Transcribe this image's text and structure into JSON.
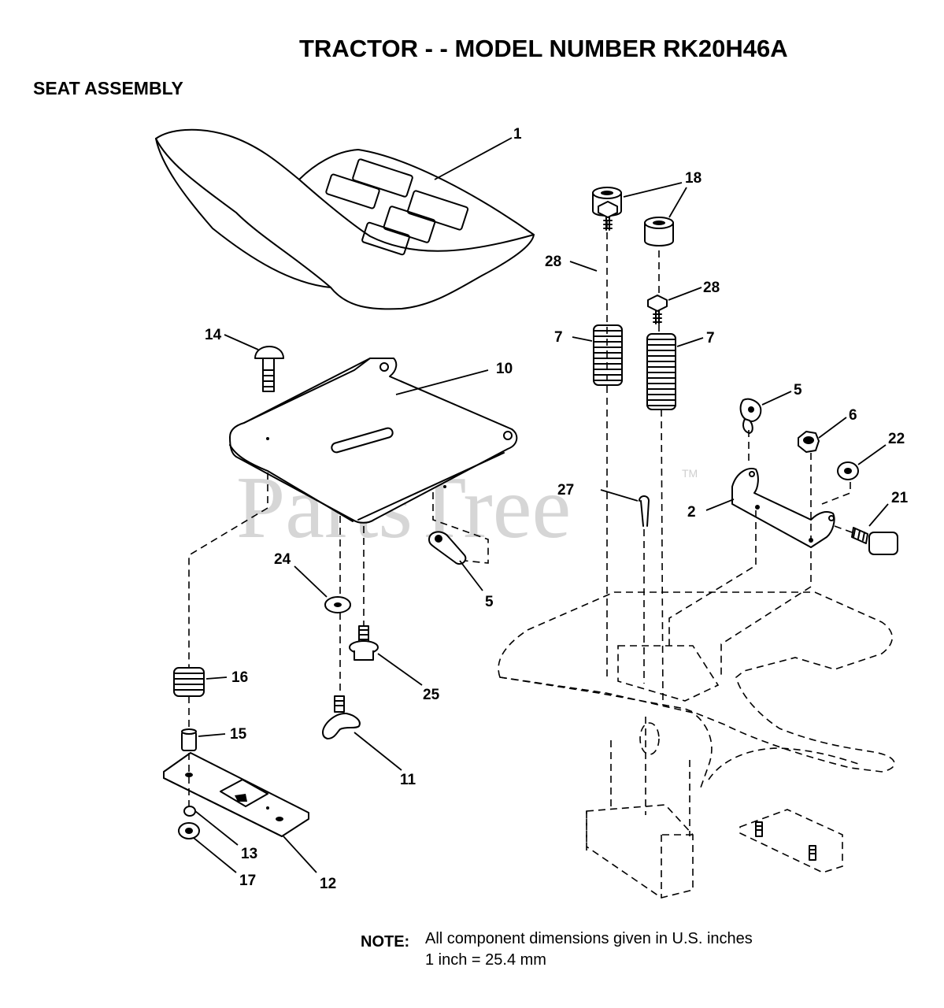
{
  "header": {
    "title": "TRACTOR - - MODEL NUMBER RK20H46A",
    "subtitle": "SEAT ASSEMBLY"
  },
  "watermark": {
    "text": "PartsTree",
    "tm": "TM"
  },
  "callouts": [
    {
      "id": "seat",
      "label": "1"
    },
    {
      "id": "bumper-a",
      "label": "18"
    },
    {
      "id": "screw-a",
      "label": "28"
    },
    {
      "id": "screw-b",
      "label": "28"
    },
    {
      "id": "spring-a",
      "label": "7"
    },
    {
      "id": "spring-b",
      "label": "7"
    },
    {
      "id": "carriage-bolt",
      "label": "14"
    },
    {
      "id": "seat-pan",
      "label": "10"
    },
    {
      "id": "clip-right",
      "label": "5"
    },
    {
      "id": "nut",
      "label": "6"
    },
    {
      "id": "knob-22",
      "label": "22"
    },
    {
      "id": "hitch-pin",
      "label": "27"
    },
    {
      "id": "bracket",
      "label": "2"
    },
    {
      "id": "knob-21",
      "label": "21"
    },
    {
      "id": "washer",
      "label": "24"
    },
    {
      "id": "clip-left",
      "label": "5"
    },
    {
      "id": "shoulder-bolt",
      "label": "25"
    },
    {
      "id": "spring-16",
      "label": "16"
    },
    {
      "id": "spacer",
      "label": "15"
    },
    {
      "id": "adjust-knob",
      "label": "11"
    },
    {
      "id": "plate-nut",
      "label": "13"
    },
    {
      "id": "plate-washer",
      "label": "17"
    },
    {
      "id": "slide-plate",
      "label": "12"
    }
  ],
  "note": {
    "label": "NOTE:",
    "line1": "All component dimensions given in U.S. inches",
    "line2": "1 inch = 25.4 mm"
  }
}
